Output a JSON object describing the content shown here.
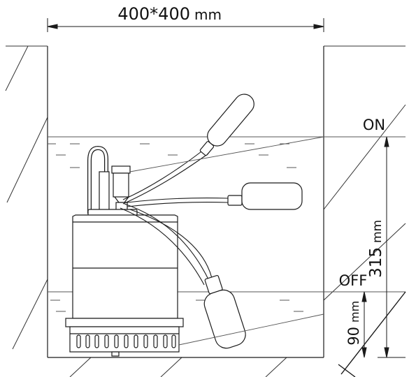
{
  "dimensions": {
    "pit_size": "400*400",
    "pit_size_unit": "mm",
    "on_level": "315",
    "on_level_unit": "mm",
    "off_level": "90",
    "off_level_unit": "mm"
  },
  "levels": {
    "on_label": "ON",
    "off_label": "OFF"
  },
  "colors": {
    "stroke": "#1a1a1a",
    "water_line": "#555555",
    "background": "#ffffff"
  }
}
